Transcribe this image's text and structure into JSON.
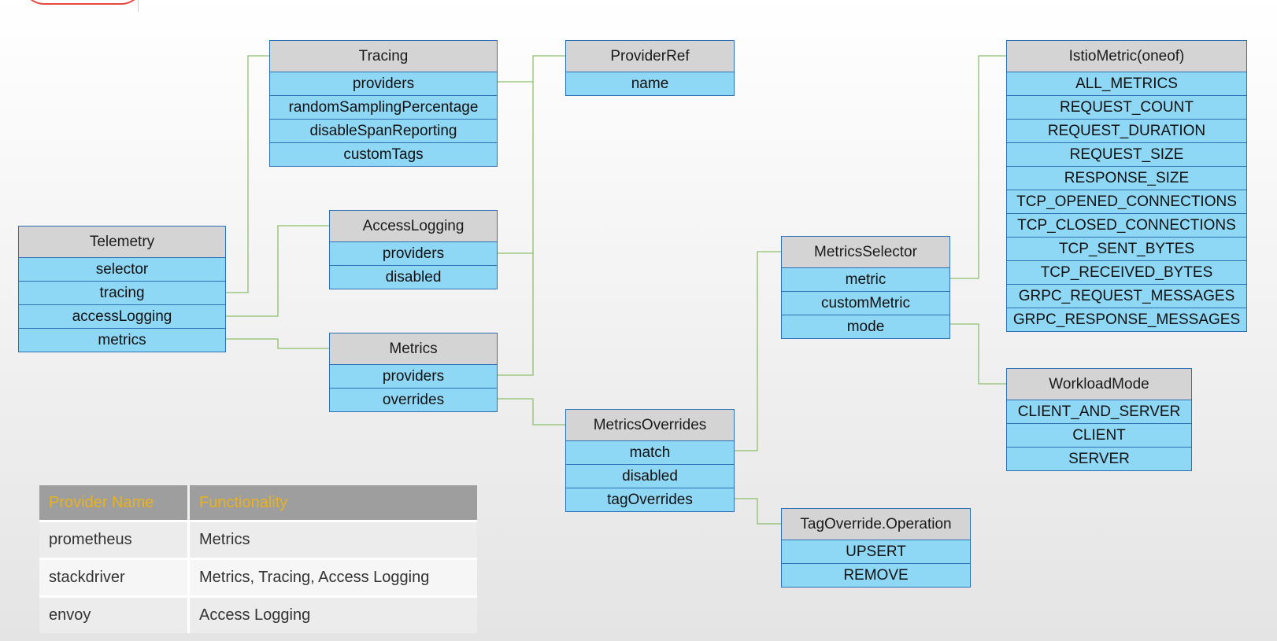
{
  "boxes": {
    "telemetry": {
      "title": "Telemetry",
      "rows": [
        "selector",
        "tracing",
        "accessLogging",
        "metrics"
      ]
    },
    "tracing": {
      "title": "Tracing",
      "rows": [
        "providers",
        "randomSamplingPercentage",
        "disableSpanReporting",
        "customTags"
      ]
    },
    "access_logging": {
      "title": "AccessLogging",
      "rows": [
        "providers",
        "disabled"
      ]
    },
    "metrics": {
      "title": "Metrics",
      "rows": [
        "providers",
        "overrides"
      ]
    },
    "provider_ref": {
      "title": "ProviderRef",
      "rows": [
        "name"
      ]
    },
    "metrics_overrides": {
      "title": "MetricsOverrides",
      "rows": [
        "match",
        "disabled",
        "tagOverrides"
      ]
    },
    "metrics_selector": {
      "title": "MetricsSelector",
      "rows": [
        "metric",
        "customMetric",
        "mode"
      ]
    },
    "tag_override_operation": {
      "title": "TagOverride.Operation",
      "rows": [
        "UPSERT",
        "REMOVE"
      ]
    },
    "istio_metric": {
      "title": "IstioMetric(oneof)",
      "rows": [
        "ALL_METRICS",
        "REQUEST_COUNT",
        "REQUEST_DURATION",
        "REQUEST_SIZE",
        "RESPONSE_SIZE",
        "TCP_OPENED_CONNECTIONS",
        "TCP_CLOSED_CONNECTIONS",
        "TCP_SENT_BYTES",
        "TCP_RECEIVED_BYTES",
        "GRPC_REQUEST_MESSAGES",
        "GRPC_RESPONSE_MESSAGES"
      ]
    },
    "workload_mode": {
      "title": "WorkloadMode",
      "rows": [
        "CLIENT_AND_SERVER",
        "CLIENT",
        "SERVER"
      ]
    }
  },
  "provider_table": {
    "headers": [
      "Provider Name",
      "Functionality"
    ],
    "rows": [
      [
        "prometheus",
        "Metrics"
      ],
      [
        "stackdriver",
        "Metrics, Tracing, Access Logging"
      ],
      [
        "envoy",
        "Access Logging"
      ]
    ]
  },
  "colors": {
    "header_fill": "#d4d4d4",
    "row_fill": "#8ed7f5",
    "border": "#2f6fb5",
    "connector": "#8fbf6b",
    "table_header_fill": "#9e9e9e",
    "table_header_text": "#e8b21f"
  }
}
